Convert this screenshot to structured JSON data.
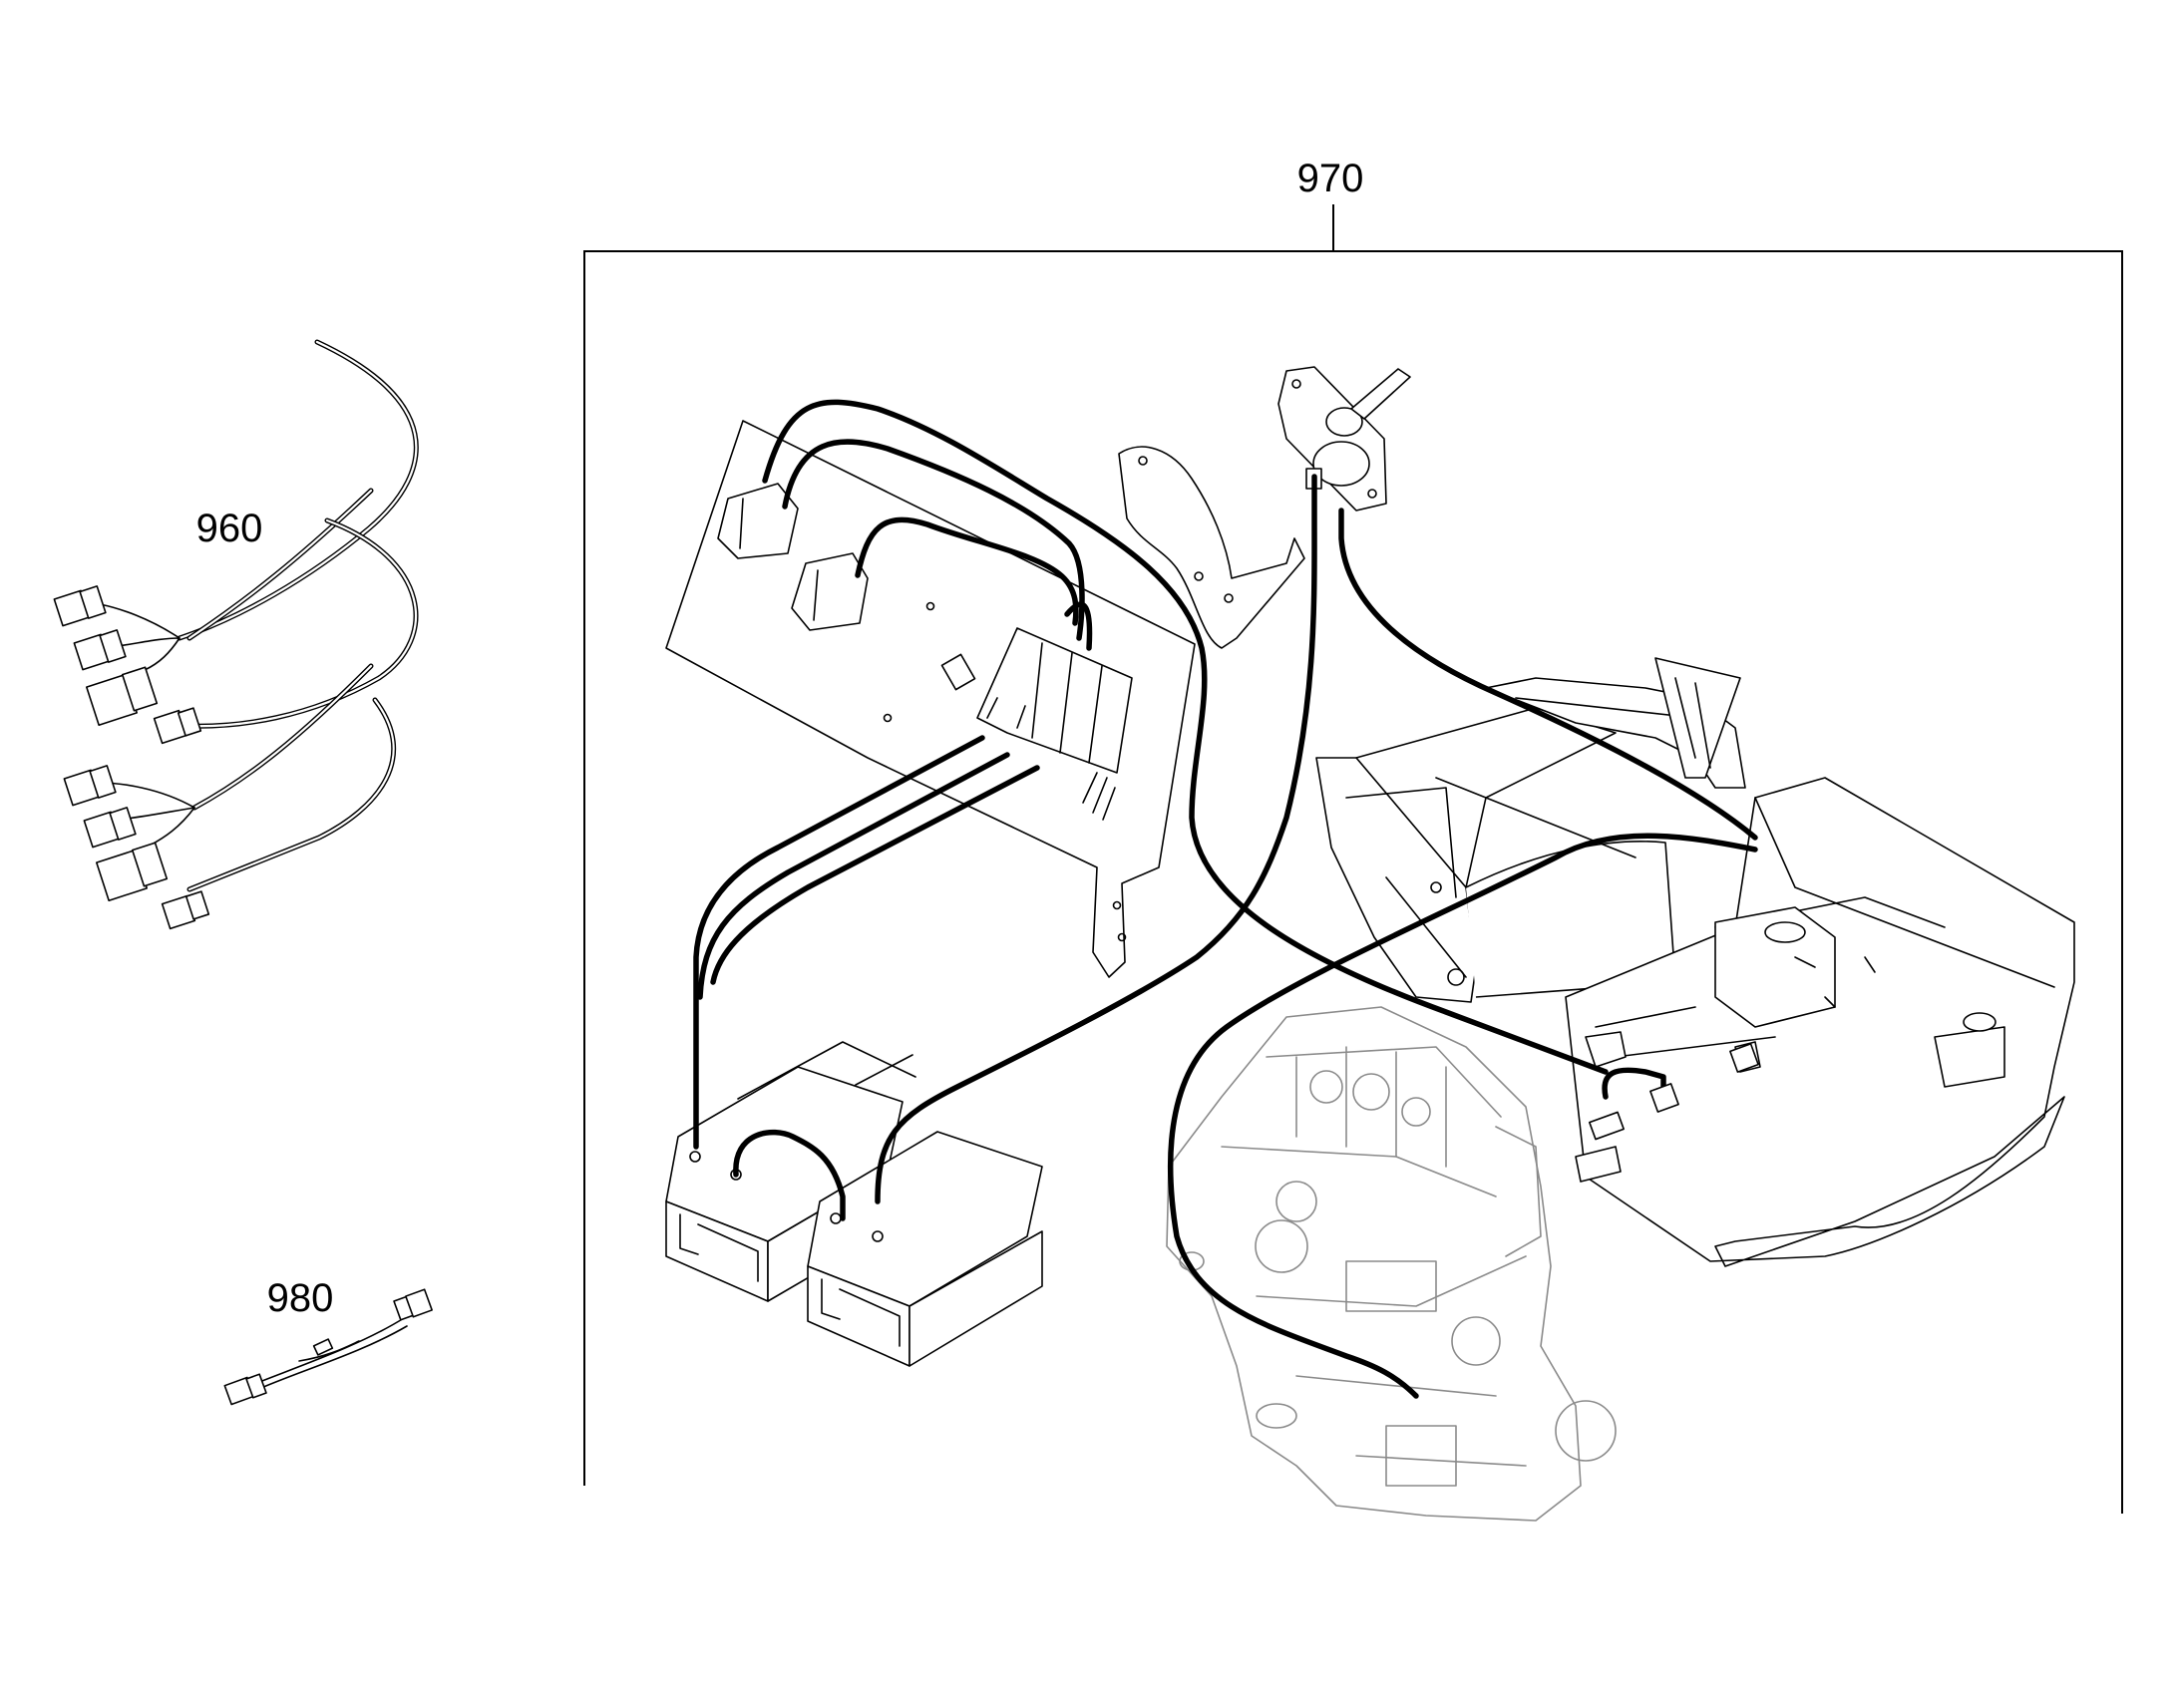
{
  "callouts": {
    "harness_960": "960",
    "harness_970": "970",
    "harness_980": "980"
  }
}
